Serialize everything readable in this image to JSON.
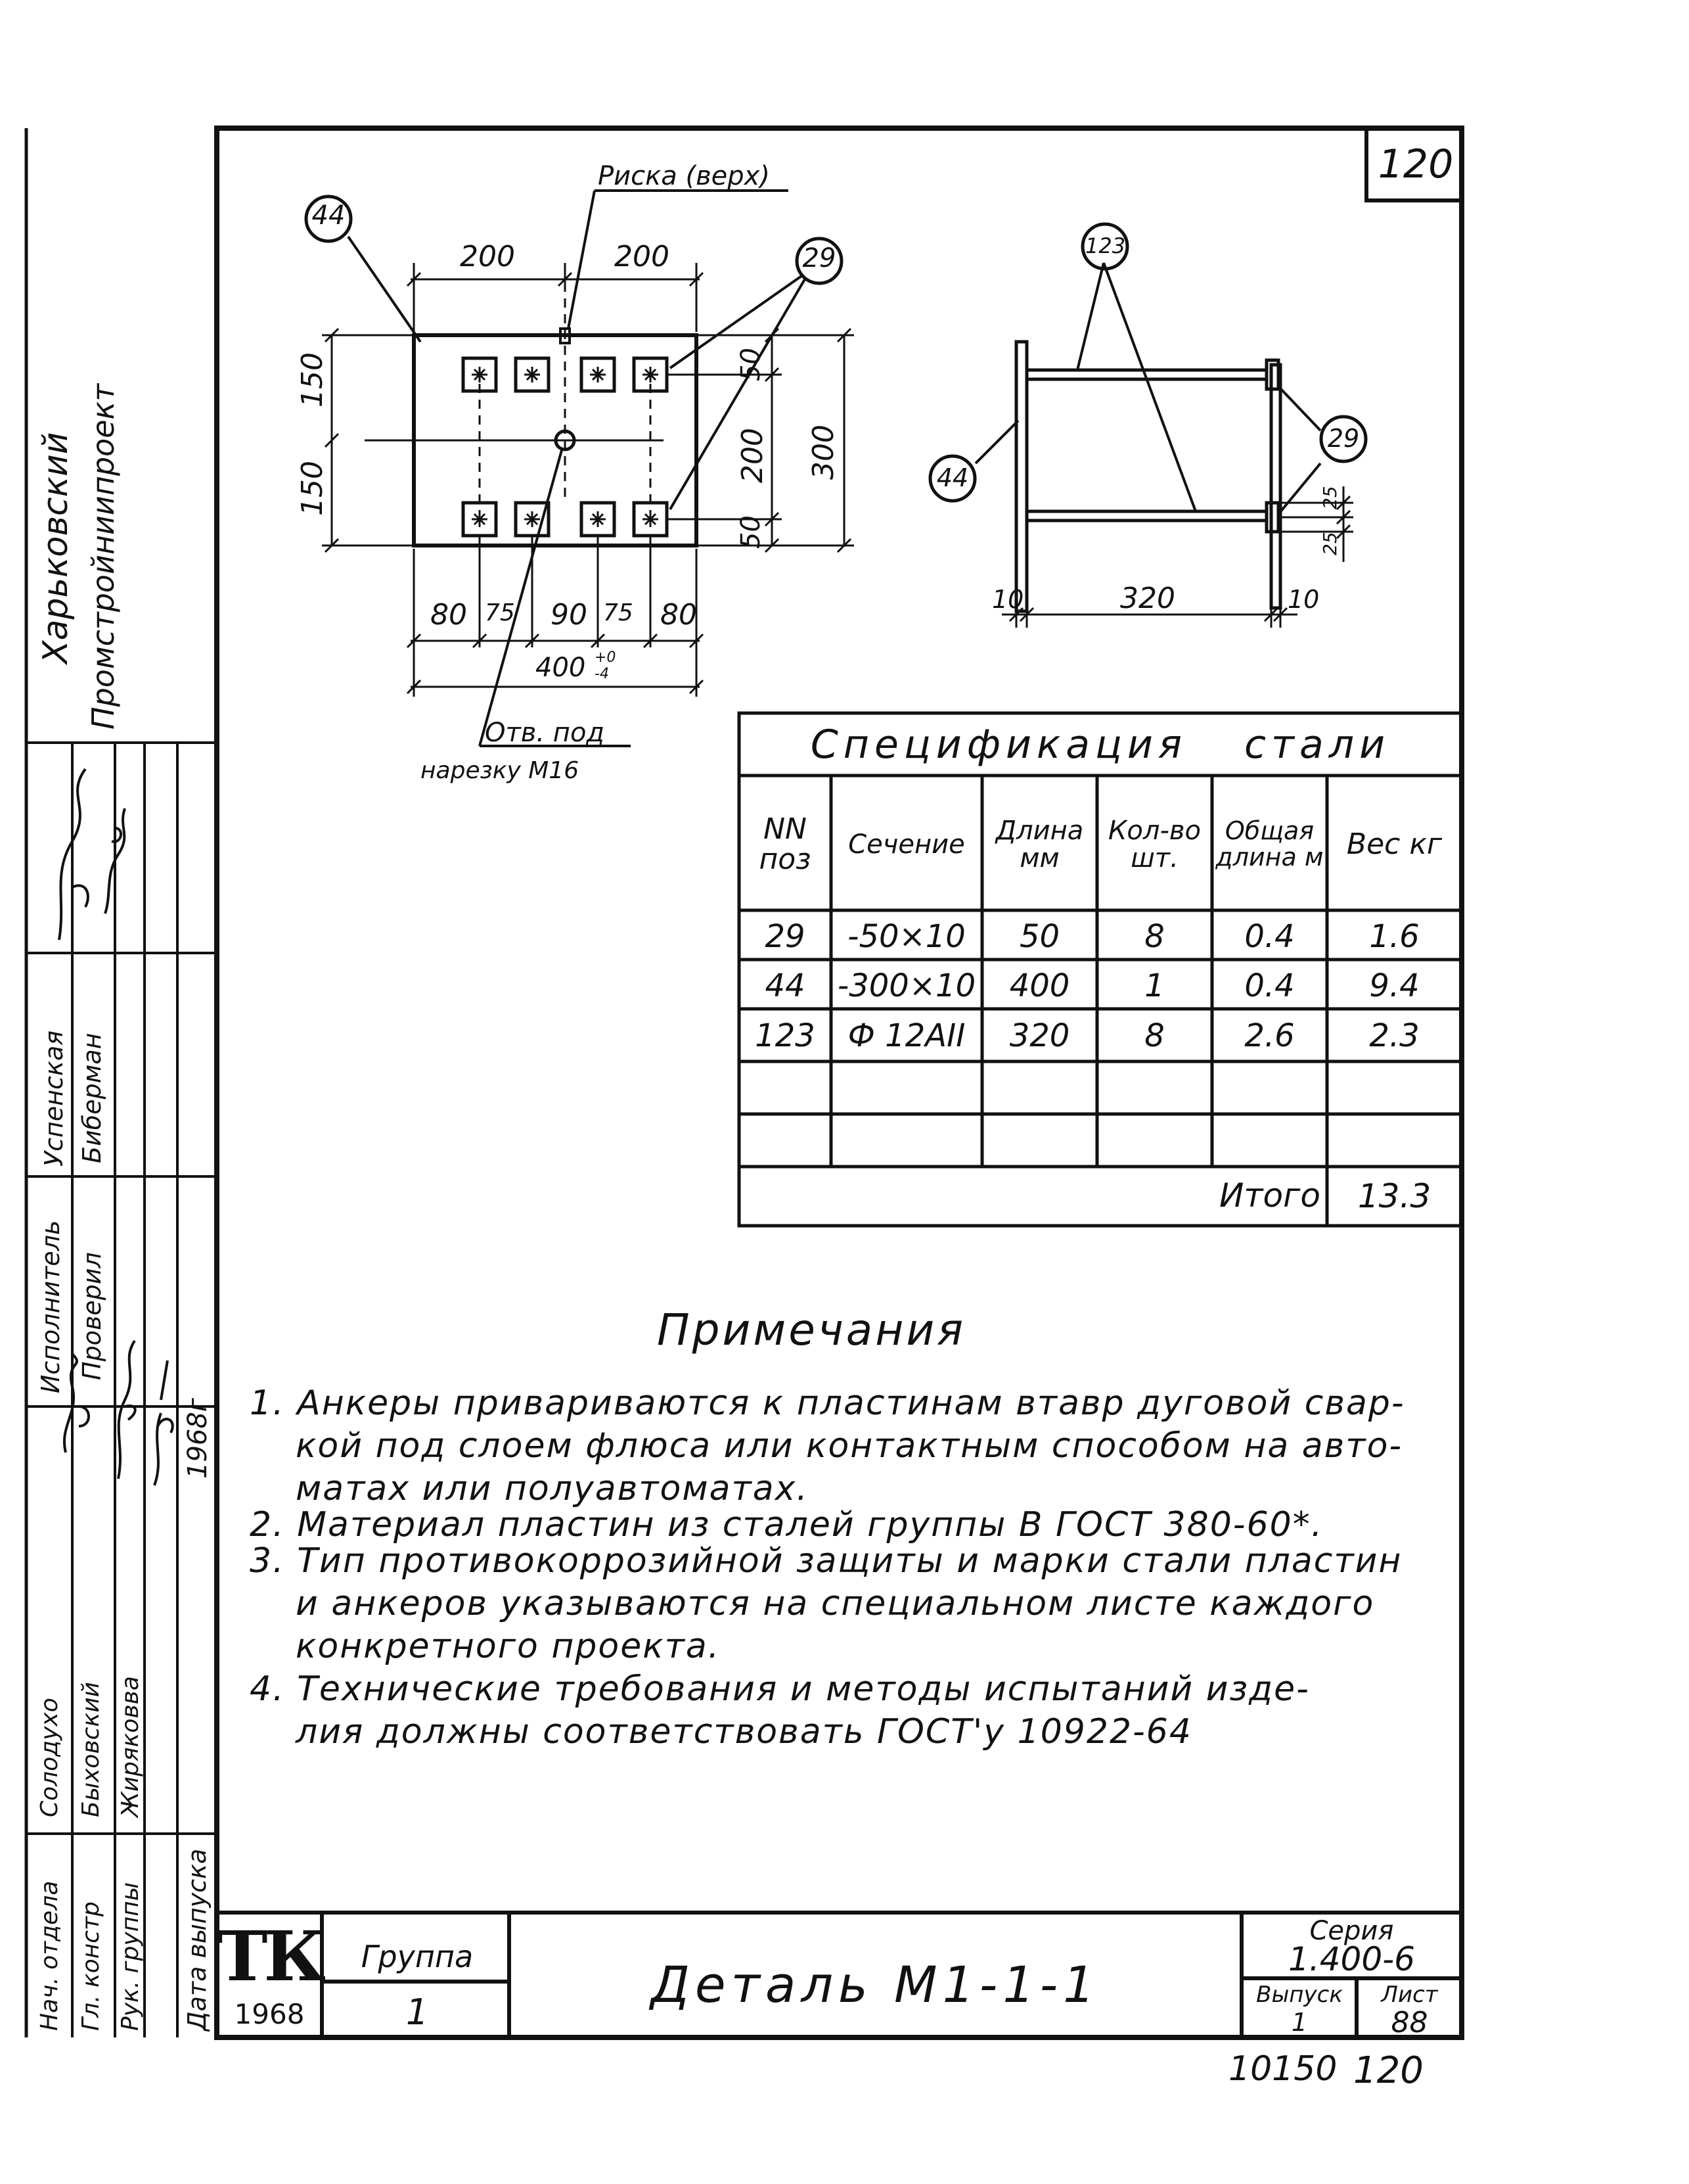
{
  "sheet_number_top": "120",
  "plan_view": {
    "pos_plate": "44",
    "pos_lugs": "29",
    "mark_label": "Риска (верх)",
    "dim_top_left": "200",
    "dim_top_right": "200",
    "dim_left_top": "150",
    "dim_left_bottom": "150",
    "dim_right_top": "50",
    "dim_right_mid": "200",
    "dim_right_bottom": "50",
    "dim_right_total": "300",
    "dim_bottom_1": "80",
    "dim_bottom_2": "75",
    "dim_bottom_3": "90",
    "dim_bottom_4": "75",
    "dim_bottom_5": "80",
    "dim_total": "400",
    "tol_upper": "+0",
    "tol_lower": "-4",
    "hole_label_1": "Отв. под",
    "hole_label_2": "нарезку М16"
  },
  "side_view": {
    "pos_anchors": "123",
    "pos_plate": "44",
    "pos_lugs": "29",
    "dim_left": "10",
    "dim_length": "320",
    "dim_right": "10",
    "dim_lug_1": "25",
    "dim_lug_2": "25"
  },
  "spec_table": {
    "title": "Спецификация стали",
    "headers": [
      "NN поз",
      "Сечение",
      "Длина мм",
      "Кол-во шт.",
      "Общая длина м",
      "Вес кг"
    ],
    "rows": [
      [
        "29",
        "-50×10",
        "50",
        "8",
        "0.4",
        "1.6"
      ],
      [
        "44",
        "-300×10",
        "400",
        "1",
        "0.4",
        "9.4"
      ],
      [
        "123",
        "Ф 12АII",
        "320",
        "8",
        "2.6",
        "2.3"
      ],
      [
        "",
        "",
        "",
        "",
        "",
        ""
      ],
      [
        "",
        "",
        "",
        "",
        "",
        ""
      ]
    ],
    "total_label": "Итого",
    "total_value": "13.3"
  },
  "notes": {
    "title": "Примечания",
    "lines": [
      "1. Анкеры привариваются к пластинам втавр дуговой свар-",
      "кой под слоем флюса или контактным способом на авто-",
      "матах или полуавтоматах.",
      "2. Материал пластин из сталей группы В ГОСТ 380-60*.",
      "3. Тип противокоррозийной защиты и марки стали пластин",
      "и анкеров указываются на специальном листе каждого",
      "конкретного проекта.",
      "4. Технические требования и методы испытаний изде-",
      "лия должны соответствовать ГОСТ'у 10922-64"
    ]
  },
  "side_stamp": {
    "org_1": "Харьковский",
    "org_2": "Промстройниипроект",
    "role_1": "Нач. отдела",
    "role_2": "Гл. констр",
    "role_3": "Рук. группы",
    "role_4": "Исполнитель",
    "role_5": "Проверил",
    "name_1": "Солодухо",
    "name_2": "Быховский",
    "name_3": "Жиряковва",
    "name_4": "Успенская",
    "name_5": "Биберман",
    "date_label": "Дата выпуска",
    "date_value": "1968г"
  },
  "title_block": {
    "logo": "ТК",
    "logo_year": "1968",
    "group_label": "Группа",
    "group_value": "1",
    "drawing_title": "Деталь М1-1-1",
    "series_label": "Серия",
    "series_value": "1.400-6",
    "issue_label": "Выпуск",
    "issue_value": "1",
    "sheet_label": "Лист",
    "sheet_value": "88"
  },
  "footer_codes": {
    "left": "10150",
    "right": "120"
  }
}
